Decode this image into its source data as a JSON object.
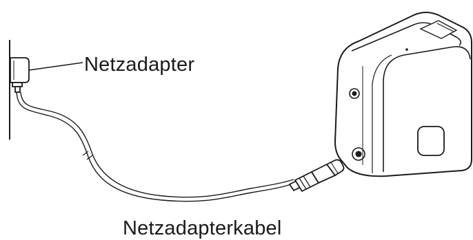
{
  "labels": {
    "adapter": "Netzadapter",
    "cable": "Netzadapterkabel"
  },
  "components": [
    {
      "id": "wall",
      "icon": "wall-outlet-icon"
    },
    {
      "id": "adapter",
      "icon": "power-adapter-icon"
    },
    {
      "id": "cable",
      "icon": "power-cable-icon"
    },
    {
      "id": "plug",
      "icon": "dc-plug-icon"
    },
    {
      "id": "printer",
      "icon": "label-printer-icon"
    }
  ],
  "colors": {
    "line": "#1a1a1a",
    "device_fill": "#ffffff",
    "shade": "#e8e8e8"
  }
}
